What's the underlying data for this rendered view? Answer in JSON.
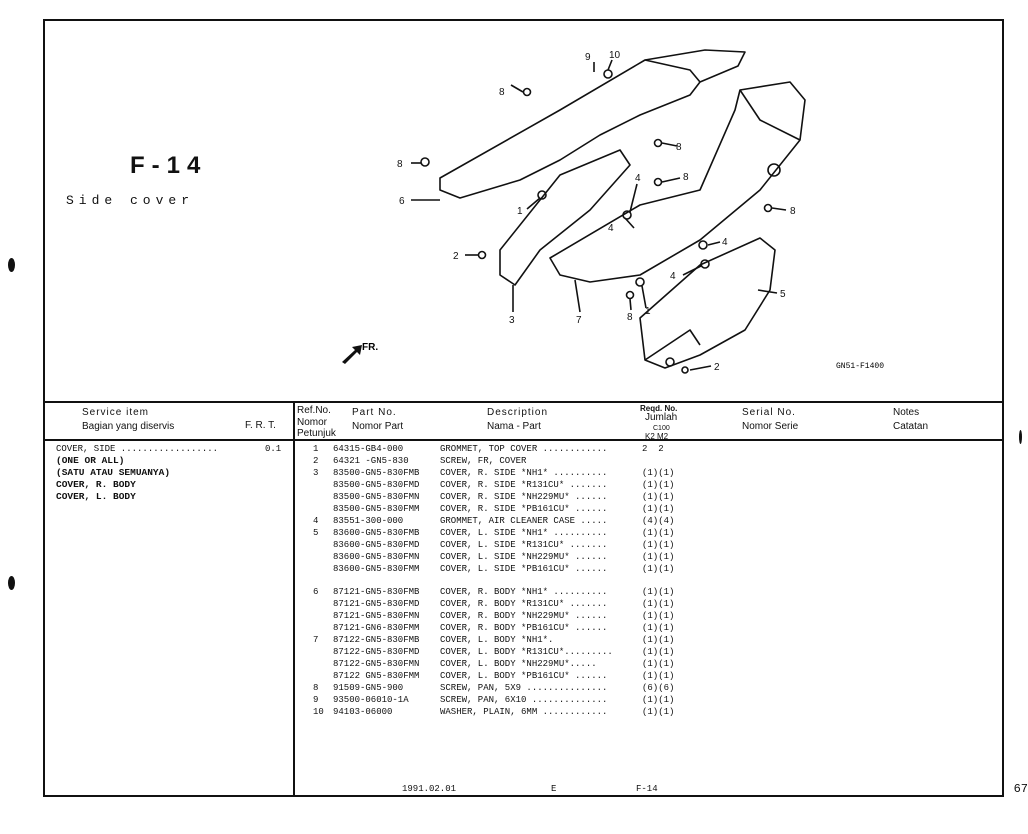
{
  "page": {
    "figure_code": "F-14",
    "figure_title": "Side cover",
    "diagram_code": "GN51-F1400",
    "fr_label": "FR.",
    "edge_page_number": "67"
  },
  "callouts": [
    "1",
    "1",
    "2",
    "2",
    "3",
    "4",
    "4",
    "4",
    "4",
    "5",
    "6",
    "7",
    "8",
    "8",
    "8",
    "8",
    "8",
    "8",
    "9",
    "10"
  ],
  "headers": {
    "service_item_en": "Service item",
    "service_item_id": "Bagian yang diservis",
    "frt": "F. R. T.",
    "ref_no_en": "Ref.No.",
    "ref_no_id_1": "Nomor",
    "ref_no_id_2": "Petunjuk",
    "part_no_en": "Part No.",
    "part_no_id": "Nomor Part",
    "description_en": "Description",
    "description_id": "Nama - Part",
    "reqd_no": "Reqd. No.",
    "jumlah": "Jumlah",
    "c100": "C100",
    "k2m2": "K2 M2",
    "serial_no_en": "Serial No.",
    "serial_no_id": "Nomor Serie",
    "notes_en": "Notes",
    "notes_id": "Catatan"
  },
  "service": {
    "line1_name": "COVER, SIDE ..................",
    "line1_frt": "0.1",
    "line2": "(ONE OR ALL)",
    "line3": "(SATU ATAU SEMUANYA)",
    "line4": "COVER, R. BODY",
    "line5": "COVER, L. BODY"
  },
  "parts": [
    {
      "ref": "1",
      "part": "64315-GB4-000",
      "desc": "GROMMET, TOP COVER ............",
      "qty": "2  2"
    },
    {
      "ref": "2",
      "part": "64321 -GN5-830",
      "desc": "SCREW, FR, COVER",
      "qty": ""
    },
    {
      "ref": "3",
      "part": "83500-GN5-830FMB",
      "desc": "COVER, R. SIDE *NH1* ..........",
      "qty": "(1)(1)"
    },
    {
      "ref": "",
      "part": "83500-GN5-830FMD",
      "desc": "COVER, R. SIDE *R131CU* .......",
      "qty": "(1)(1)"
    },
    {
      "ref": "",
      "part": "83500-GN5-830FMN",
      "desc": "COVER, R. SIDE *NH229MU* ......",
      "qty": "(1)(1)"
    },
    {
      "ref": "",
      "part": "83500-GN5-830FMM",
      "desc": "COVER, R. SIDE *PB161CU* ......",
      "qty": "(1)(1)"
    },
    {
      "ref": "4",
      "part": "83551-300-000",
      "desc": "GROMMET, AIR CLEANER CASE .....",
      "qty": "(4)(4)"
    },
    {
      "ref": "5",
      "part": "83600-GN5-830FMB",
      "desc": "COVER, L. SIDE *NH1* ..........",
      "qty": "(1)(1)"
    },
    {
      "ref": "",
      "part": "83600-GN5-830FMD",
      "desc": "COVER, L. SIDE *R131CU* .......",
      "qty": "(1)(1)"
    },
    {
      "ref": "",
      "part": "83600-GN5-830FMN",
      "desc": "COVER, L. SIDE *NH229MU* ......",
      "qty": "(1)(1)"
    },
    {
      "ref": "",
      "part": "83600-GN5-830FMM",
      "desc": "COVER, L. SIDE *PB161CU* ......",
      "qty": "(1)(1)"
    },
    {
      "ref": "6",
      "part": "87121-GN5-830FMB",
      "desc": "COVER, R. BODY *NH1* ..........",
      "qty": "(1)(1)"
    },
    {
      "ref": "",
      "part": "87121-GN5-830FMD",
      "desc": "COVER, R. BODY *R131CU* .......",
      "qty": "(1)(1)"
    },
    {
      "ref": "",
      "part": "87121-GN5-830FMN",
      "desc": "COVER, R. BODY *NH229MU* ......",
      "qty": "(1)(1)"
    },
    {
      "ref": "",
      "part": "87121-GN6-830FMM",
      "desc": "COVER, R. BODY *PB161CU* ......",
      "qty": "(1)(1)"
    },
    {
      "ref": "7",
      "part": "87122-GN5-830FMB",
      "desc": "COVER, L. BODY *NH1*.",
      "qty": "(1)(1)"
    },
    {
      "ref": "",
      "part": "87122-GN5-830FMD",
      "desc": "COVER, L. BODY *R131CU*.........",
      "qty": "(1)(1)"
    },
    {
      "ref": "",
      "part": "87122-GN5-830FMN",
      "desc": "COVER, L. BODY *NH229MU*.....",
      "qty": "(1)(1)"
    },
    {
      "ref": "",
      "part": "87122 GN5-830FMM",
      "desc": "COVER, L. BODY *PB161CU* ......",
      "qty": "(1)(1)"
    },
    {
      "ref": "8",
      "part": "91509-GN5-900",
      "desc": "SCREW, PAN, 5X9 ...............",
      "qty": "(6)(6)"
    },
    {
      "ref": "9",
      "part": "93500-06010-1A",
      "desc": "SCREW, PAN, 6X10 ..............",
      "qty": "(1)(1)"
    },
    {
      "ref": "10",
      "part": "94103-06000",
      "desc": "WASHER, PLAIN, 6MM ............",
      "qty": "(1)(1)"
    }
  ],
  "footer": {
    "date": "1991.02.01",
    "edition": "E",
    "page_code": "F-14"
  }
}
